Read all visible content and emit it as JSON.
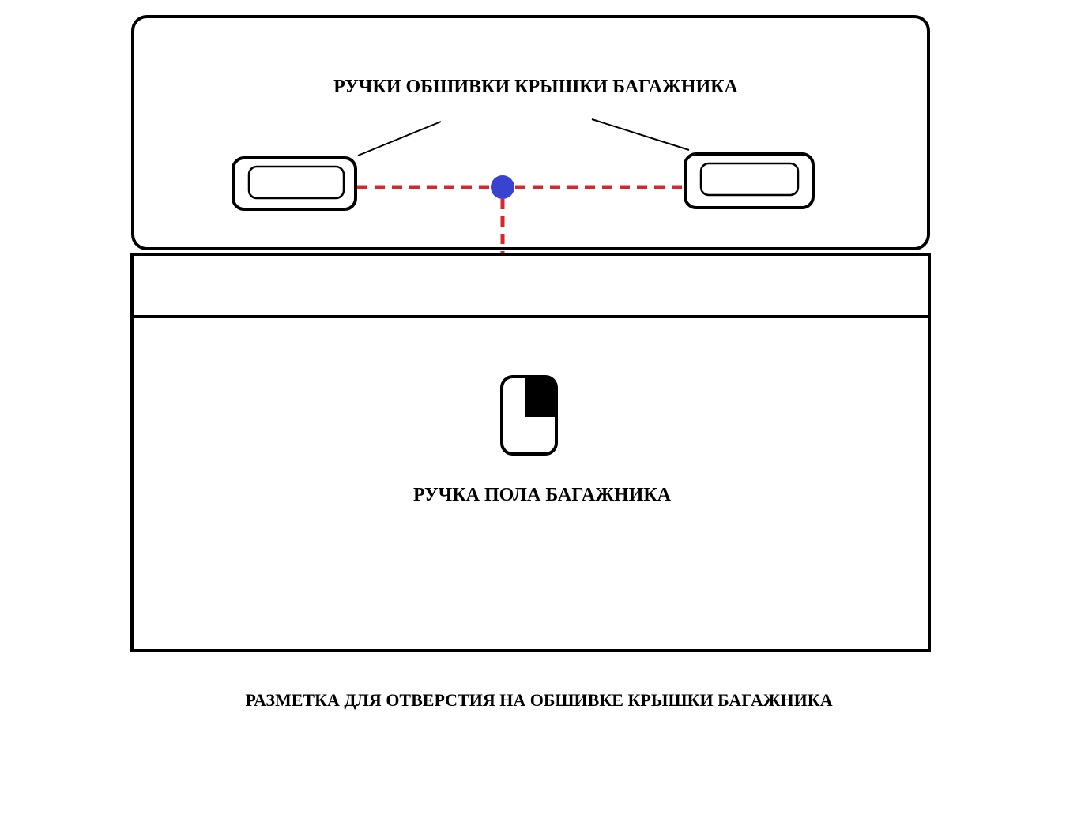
{
  "labels": {
    "lid_handles": "РУЧКИ ОБШИВКИ КРЫШКИ БАГАЖНИКА",
    "floor_handle": "РУЧКА ПОЛА БАГАЖНИКА",
    "caption": "РАЗМЕТКА ДЛЯ ОТВЕРСТИЯ НА ОБШИВКЕ КРЫШКИ БАГАЖНИКА"
  },
  "colors": {
    "outline": "#000000",
    "marking_line": "#d9252b",
    "hole_marker": "#3a43cf",
    "background": "#ffffff"
  }
}
